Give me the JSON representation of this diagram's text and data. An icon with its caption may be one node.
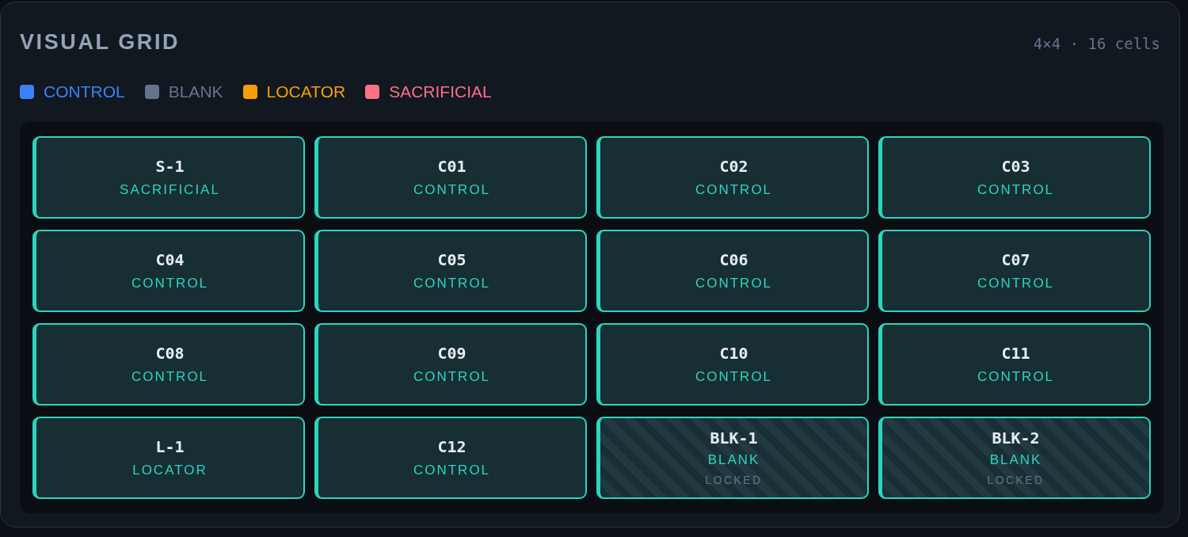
{
  "diagram": {
    "title": "VISUAL GRID",
    "nodes": [
      {
        "text": [
          "S-1",
          "SACRIFICIAL"
        ]
      },
      {
        "text": [
          "C01",
          "CONTROL"
        ]
      },
      {
        "text": [
          "C02",
          "CONTROL"
        ]
      },
      {
        "text": [
          "C03",
          "CONTROL"
        ]
      },
      {
        "text": [
          "C04",
          "CONTROL"
        ]
      },
      {
        "text": [
          "C05",
          "CONTROL"
        ]
      },
      {
        "text": [
          "C06",
          "CONTROL"
        ]
      },
      {
        "text": [
          "C07",
          "CONTROL"
        ]
      },
      {
        "text": [
          "C08",
          "CONTROL"
        ]
      },
      {
        "text": [
          "C09",
          "CONTROL"
        ]
      },
      {
        "text": [
          "C10",
          "CONTROL"
        ]
      },
      {
        "text": [
          "C11",
          "CONTROL"
        ]
      },
      {
        "text": [
          "L-1",
          "LOCATOR"
        ]
      },
      {
        "text": [
          "C12",
          "CONTROL"
        ]
      },
      {
        "text": [
          "BLK-1",
          "BLANK",
          "LOCKED"
        ]
      },
      {
        "text": [
          "BLK-2",
          "BLANK",
          "LOCKED"
        ]
      }
    ],
    "labels": [
      "4×4 · 16 cells"
    ],
    "legend": [
      {
        "text": "CONTROL",
        "color": "#3b82f6"
      },
      {
        "text": "BLANK",
        "color": "#64748b"
      },
      {
        "text": "LOCATOR",
        "color": "#f59e0b"
      },
      {
        "text": "SACRIFICIAL",
        "color": "#fb7185"
      }
    ]
  }
}
